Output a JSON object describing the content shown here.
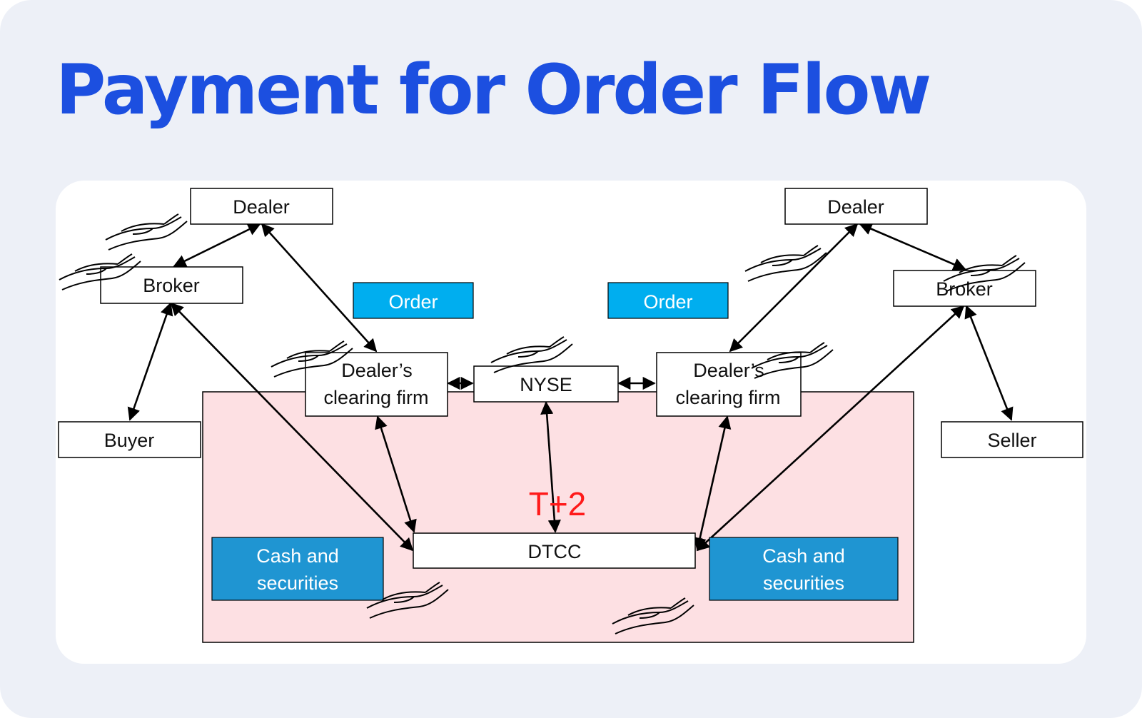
{
  "title": "Payment for Order Flow",
  "colors": {
    "title": "#1c4fe0",
    "background": "#edf0f7",
    "order_box": "#00aeef",
    "cash_box": "#1f95d2",
    "settlement_zone": "#fde0e3",
    "t_plus_2": "#ff1a1a"
  },
  "nodes": {
    "dealer_left": "Dealer",
    "dealer_right": "Dealer",
    "broker_left": "Broker",
    "broker_right": "Broker",
    "buyer": "Buyer",
    "seller": "Seller",
    "clearing_left": [
      "Dealer’s",
      "clearing firm"
    ],
    "clearing_right": [
      "Dealer’s",
      "clearing firm"
    ],
    "nyse": "NYSE",
    "dtcc": "DTCC"
  },
  "labels": {
    "order_left": "Order",
    "order_right": "Order",
    "cash_left": [
      "Cash and",
      "securities"
    ],
    "cash_right": [
      "Cash and",
      "securities"
    ],
    "settlement": "T+2"
  },
  "icons": [
    "hand-icon"
  ]
}
